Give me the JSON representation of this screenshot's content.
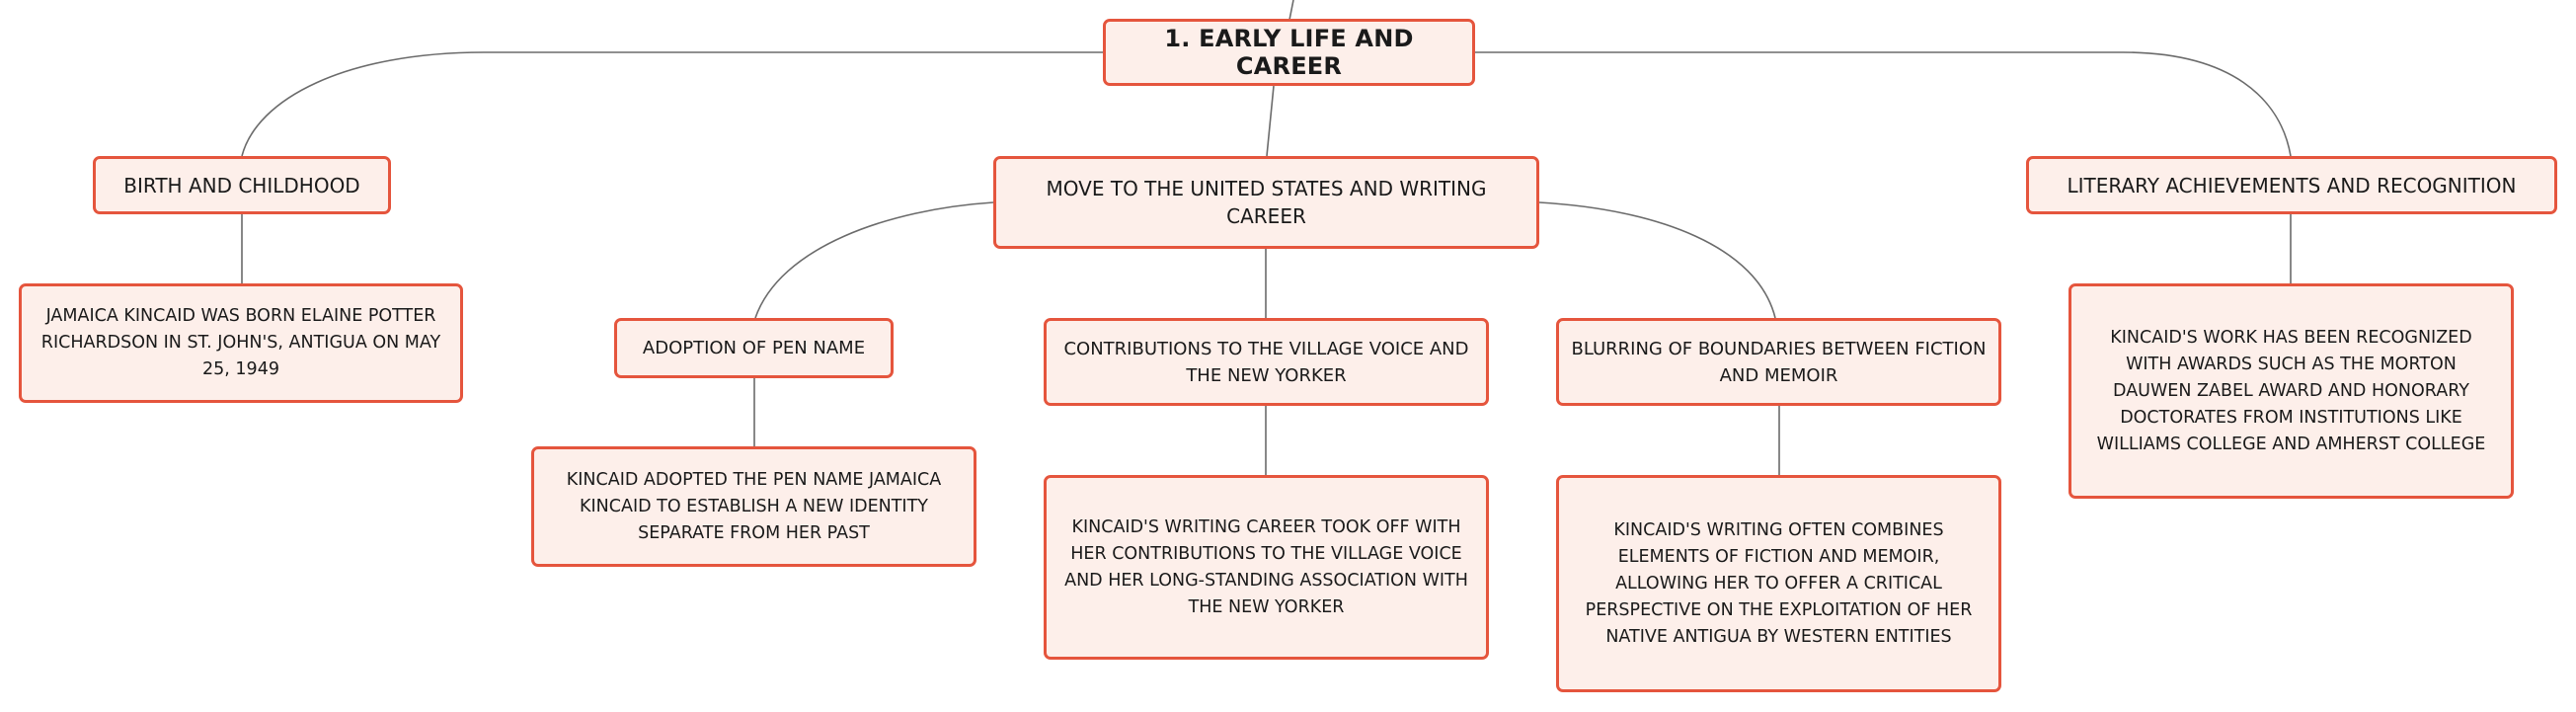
{
  "mindmap": {
    "root": {
      "label": "1. Early Life and Career"
    },
    "branches": {
      "birth": {
        "label": "Birth and Childhood",
        "detail": "Jamaica Kincaid was born Elaine Potter Richardson in St. John's, Antigua on May 25, 1949"
      },
      "move": {
        "label": "Move to the United States and Writing Career",
        "children": {
          "pen_name": {
            "label": "Adoption of Pen Name",
            "detail": "Kincaid adopted the pen name Jamaica Kincaid to establish a new identity separate from her past"
          },
          "village_voice": {
            "label": "Contributions to The Village Voice and The New Yorker",
            "detail": "Kincaid's writing career took off with her contributions to The Village Voice and her long-standing association with The New Yorker"
          },
          "fiction_memoir": {
            "label": "Blurring of Boundaries between Fiction and Memoir",
            "detail": "Kincaid's writing often combines elements of fiction and memoir, allowing her to offer a critical perspective on the exploitation of her native Antigua by Western entities"
          }
        }
      },
      "achievements": {
        "label": "Literary Achievements and Recognition",
        "detail": "Kincaid's work has been recognized with awards such as the Morton Dauwen Zabel Award and honorary doctorates from institutions like Williams College and Amherst College"
      }
    }
  },
  "colors": {
    "node_fill": "#fdefea",
    "node_border": "#e5553d",
    "connector": "#6b6b6b",
    "text": "#1a1a1a"
  }
}
